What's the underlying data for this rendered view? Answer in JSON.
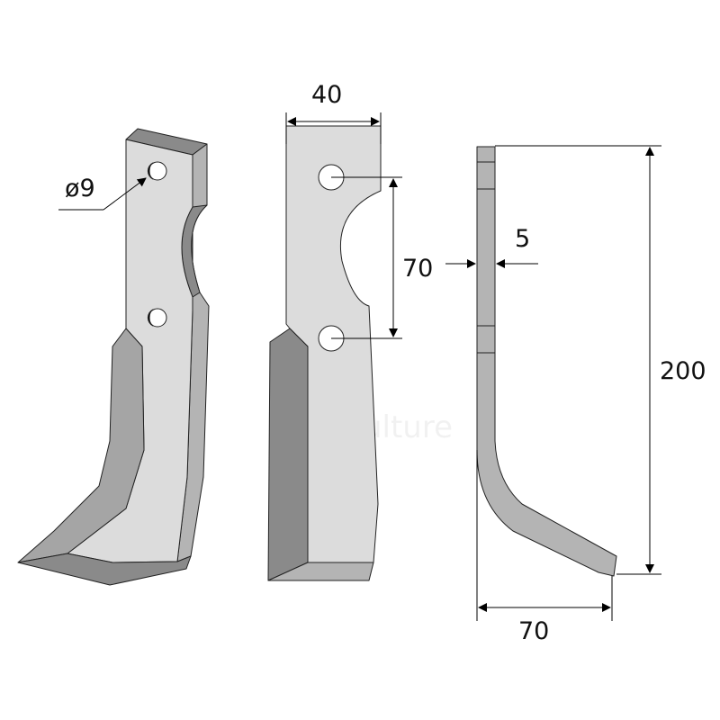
{
  "watermark": "Motoculture",
  "dimensions": {
    "hole_diameter": "ø9",
    "width": "40",
    "hole_spacing": "70",
    "thickness": "5",
    "height": "200",
    "offset": "70"
  },
  "colors": {
    "face_light": "#dcdcdc",
    "face_mid": "#b4b4b4",
    "face_dark": "#8a8a8a",
    "outline": "#222222"
  }
}
